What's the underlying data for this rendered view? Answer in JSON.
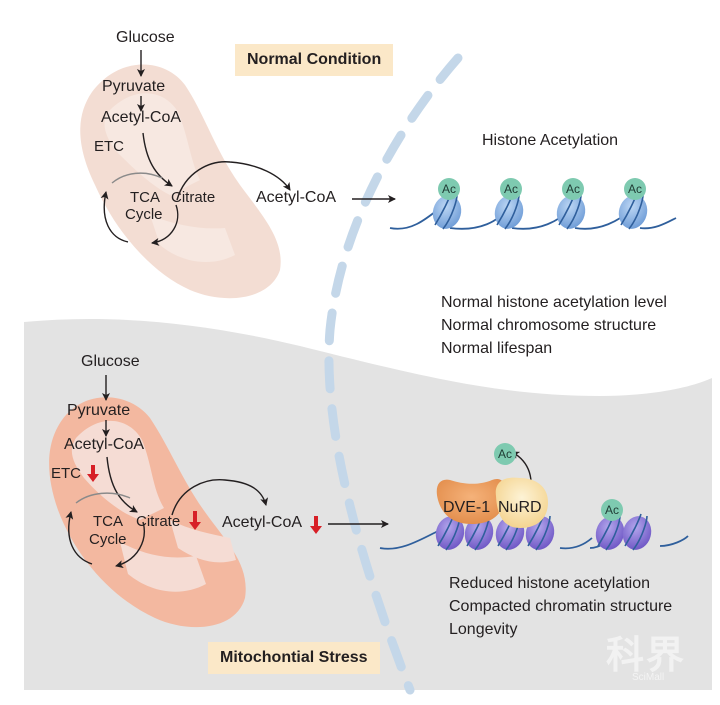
{
  "figure": {
    "title": "Mitochondrial stress and histone acetylation",
    "colors": {
      "mito_normal": "#f3ddd3",
      "mito_stress": "#f3b8a0",
      "tag_bg": "#fbe8c8",
      "stress_bg": "#e2e2e2",
      "divider": "#c4d7e9",
      "ac_circle": "#7ecab0",
      "nucleosome_normal": "#82aee0",
      "nucleosome_stress": "#8a74d4",
      "dna": "#2f5f9c",
      "down_arrow": "#d71f26",
      "dve1": "#eb9a5a",
      "nurd": "#f8dfa6"
    }
  },
  "normal": {
    "tag": "Normal Condition",
    "pathway": {
      "glucose": "Glucose",
      "pyruvate": "Pyruvate",
      "acetyl_coa_inner": "Acetyl-CoA",
      "etc": "ETC",
      "tca_line1": "TCA",
      "tca_line2": "Cycle",
      "citrate": "Citrate",
      "acetyl_coa_outer": "Acetyl-CoA"
    },
    "histone_title": "Histone Acetylation",
    "nucleosomes": [
      {
        "mark": "Ac"
      },
      {
        "mark": "Ac"
      },
      {
        "mark": "Ac"
      },
      {
        "mark": "Ac"
      }
    ],
    "outcomes": [
      "Normal histone acetylation level",
      "Normal chromosome structure",
      "Normal lifespan"
    ]
  },
  "stress": {
    "tag": "Mitochontial Stress",
    "pathway": {
      "glucose": "Glucose",
      "pyruvate": "Pyruvate",
      "acetyl_coa_inner": "Acetyl-CoA",
      "etc": "ETC",
      "tca_line1": "TCA",
      "tca_line2": "Cycle",
      "citrate": "Citrate",
      "acetyl_coa_outer": "Acetyl-CoA"
    },
    "down_regulated": [
      "ETC",
      "Citrate",
      "Acetyl-CoA"
    ],
    "proteins": {
      "dve1": "DVE-1",
      "nurd": "NuRD"
    },
    "released_mark": "Ac",
    "nucleosomes": [
      {
        "mark": ""
      },
      {
        "mark": ""
      },
      {
        "mark": ""
      },
      {
        "mark": ""
      },
      {
        "mark": "Ac"
      },
      {
        "mark": ""
      }
    ],
    "outcomes": [
      "Reduced histone acetylation",
      "Compacted chromatin structure",
      "Longevity"
    ]
  },
  "watermark": {
    "main": "科界",
    "sub": "SciMall"
  }
}
